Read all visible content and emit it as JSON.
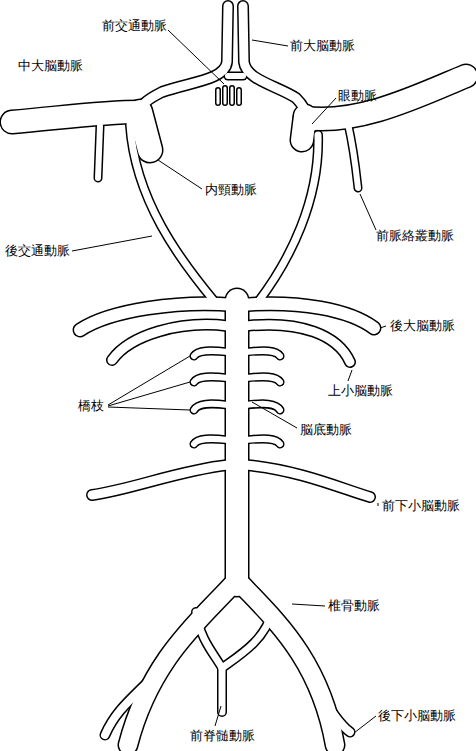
{
  "diagram": {
    "labels": [
      "前交通動脈",
      "前大脳動脈",
      "中大脳動脈",
      "眼動脈",
      "内頸動脈",
      "前脈絡叢動脈",
      "後交通動脈",
      "後大脳動脈",
      "上小脳動脈",
      "橋枝",
      "脳底動脈",
      "前下小脳動脈",
      "椎骨動脈",
      "前脊髄動脈",
      "後下小脳動脈"
    ]
  }
}
